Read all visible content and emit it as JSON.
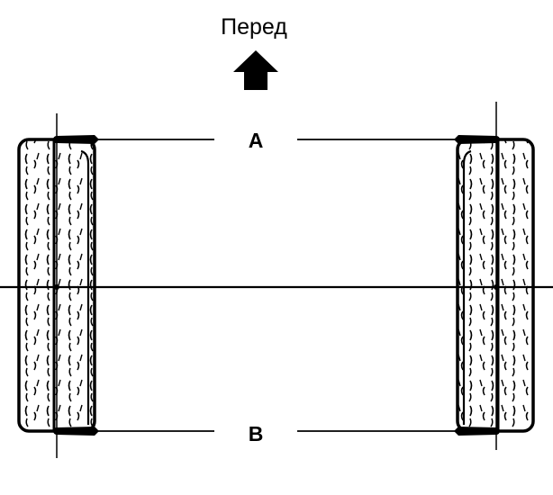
{
  "diagram": {
    "direction_label": "Перед",
    "direction_arrow_icon": "up-arrow-icon",
    "measurement_front_label": "A",
    "measurement_rear_label": "B",
    "ink_color": "#000000",
    "background_color": "#ffffff"
  }
}
